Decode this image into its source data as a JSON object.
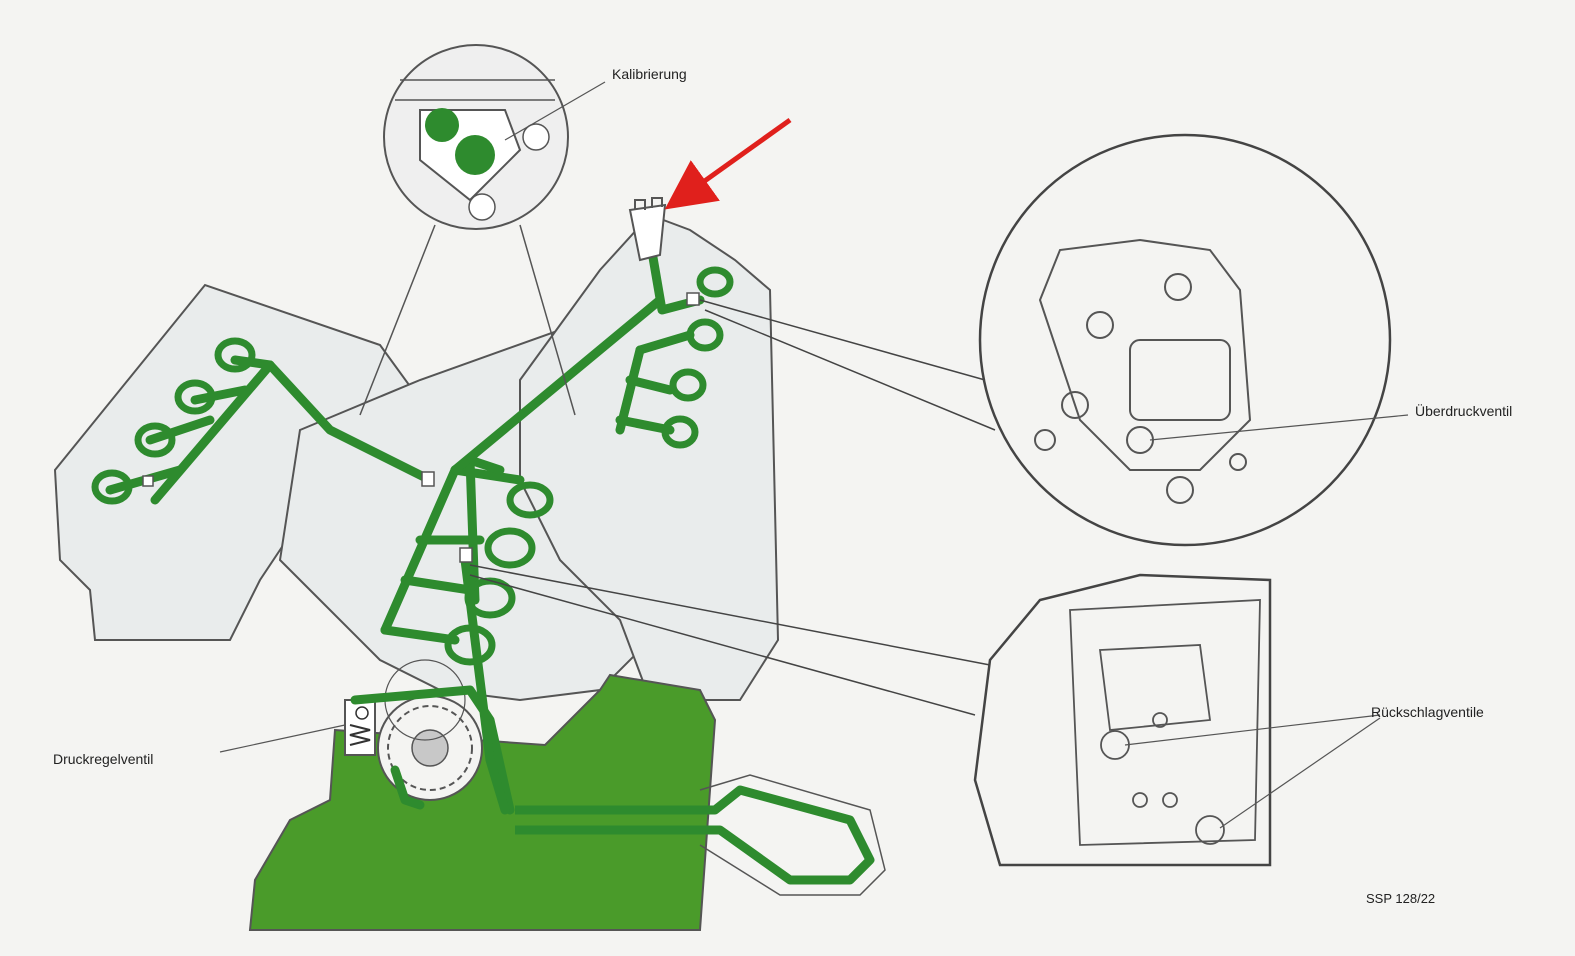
{
  "labels": {
    "kalibrierung": "Kalibrierung",
    "ueberdruckventil": "Überdruckventil",
    "rueckschlagventile": "Rückschlagventile",
    "druckregelventil": "Druckregelventil",
    "figure_code": "SSP 128/22"
  },
  "colors": {
    "oil_green": "#2e8b2e",
    "sump_green": "#4a9b2a",
    "engine_fill": "#e9ecec",
    "outline": "#555555",
    "arrow_red": "#e0201c"
  },
  "icons": {
    "pointer": "red-arrow-icon"
  }
}
